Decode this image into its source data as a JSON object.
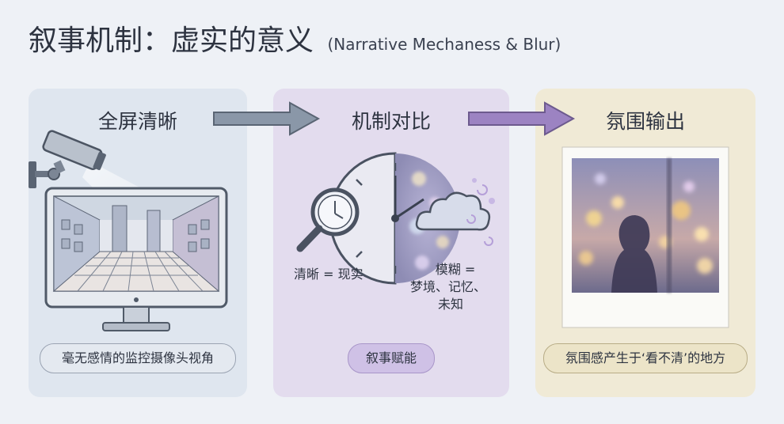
{
  "title": {
    "main": "叙事机制：虚实的意义",
    "subtitle": "(Narrative Mechaness & Blur)"
  },
  "panels": [
    {
      "heading": "全屏清晰",
      "caption": "毫无感情的监控摄像头视角"
    },
    {
      "heading": "机制对比",
      "clear_label": "清晰 = 现实",
      "blur_label_line1": "模糊 =",
      "blur_label_line2": "梦境、记忆、",
      "blur_label_line3": "未知",
      "caption": "叙事赋能"
    },
    {
      "heading": "氛围输出",
      "caption": "氛围感产生于‘看不清’的地方"
    }
  ],
  "colors": {
    "background": "#eef1f6",
    "panel1": "#dfe6ef",
    "panel2": "#e3dcee",
    "panel3": "#f0ead6",
    "arrow1": "#8a97a8",
    "arrow2": "#9c83c2"
  }
}
